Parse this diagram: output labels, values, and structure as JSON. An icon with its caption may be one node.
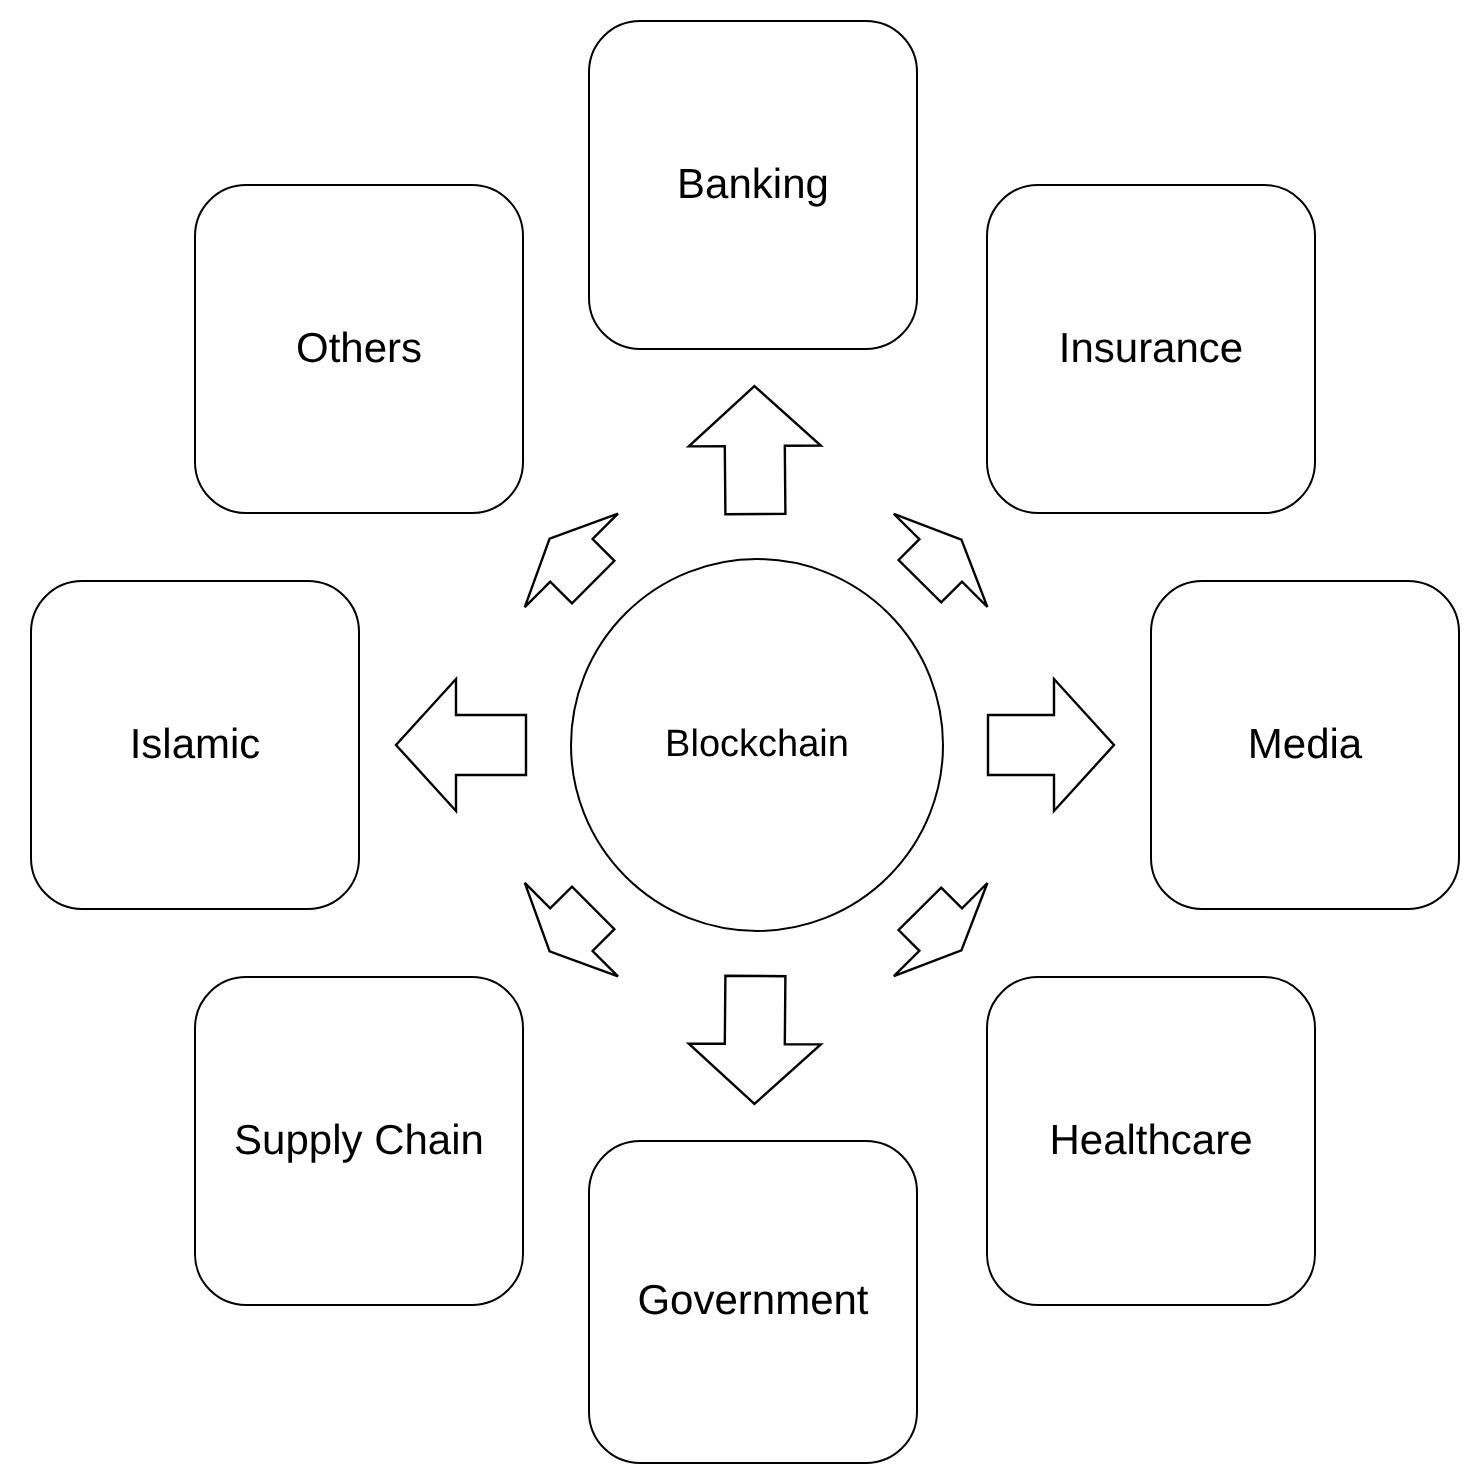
{
  "diagram": {
    "nodes": [
      {
        "text": [
          "Blockchain"
        ]
      },
      {
        "text": [
          "Banking"
        ]
      },
      {
        "text": [
          "Insurance"
        ]
      },
      {
        "text": [
          "Media"
        ]
      },
      {
        "text": [
          "Healthcare"
        ]
      },
      {
        "text": [
          "Government"
        ]
      },
      {
        "text": [
          "Supply Chain"
        ]
      },
      {
        "text": [
          "Islamic"
        ]
      },
      {
        "text": [
          "Others"
        ]
      }
    ],
    "edges": [
      {
        "from": 0,
        "to": 1,
        "arrow": "to"
      },
      {
        "from": 0,
        "to": 2,
        "arrow": "to"
      },
      {
        "from": 0,
        "to": 3,
        "arrow": "to"
      },
      {
        "from": 0,
        "to": 4,
        "arrow": "to"
      },
      {
        "from": 0,
        "to": 5,
        "arrow": "to"
      },
      {
        "from": 0,
        "to": 6,
        "arrow": "to"
      },
      {
        "from": 0,
        "to": 7,
        "arrow": "to"
      },
      {
        "from": 0,
        "to": 8,
        "arrow": "to"
      }
    ]
  }
}
